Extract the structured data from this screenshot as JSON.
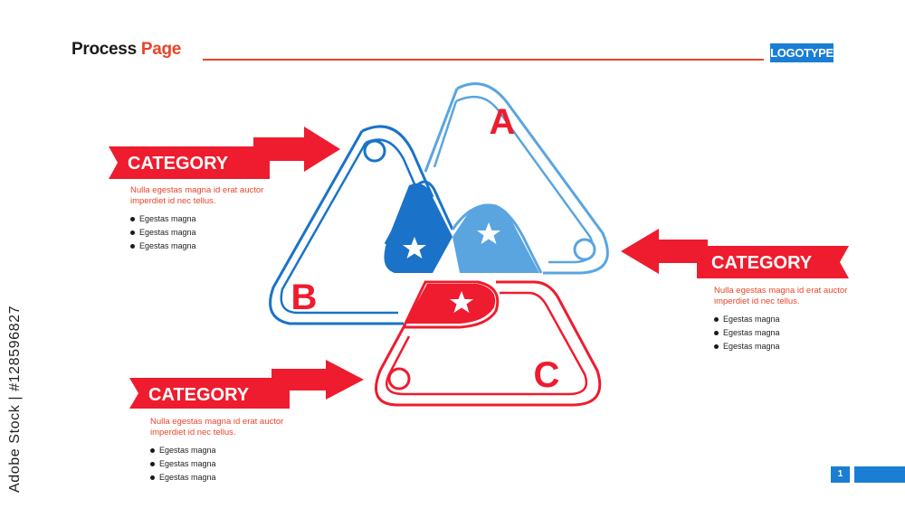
{
  "header": {
    "title_main": "Process",
    "title_accent": "Page",
    "logo": "LOGOTYPE"
  },
  "watermark": {
    "vertical_text": "Adobe Stock | #128596827"
  },
  "diagram": {
    "triangles": [
      {
        "letter": "A"
      },
      {
        "letter": "B"
      },
      {
        "letter": "C"
      }
    ]
  },
  "categories": [
    {
      "label": "CATEGORY",
      "description": "Nulla egestas magna id erat auctor imperdiet id nec tellus.",
      "items": [
        "Egestas magna",
        "Egestas magna",
        "Egestas magna"
      ]
    },
    {
      "label": "CATEGORY",
      "description": "Nulla egestas magna id erat auctor imperdiet id nec tellus.",
      "items": [
        "Egestas magna",
        "Egestas magna",
        "Egestas magna"
      ]
    },
    {
      "label": "CATEGORY",
      "description": "Nulla egestas magna id erat auctor imperdiet id nec tellus.",
      "items": [
        "Egestas magna",
        "Egestas magna",
        "Egestas magna"
      ]
    }
  ],
  "footer": {
    "page_number": "1"
  },
  "colors": {
    "red": "#ee1c2e",
    "blue_dark": "#1a73c8",
    "blue_light": "#5aa5e0",
    "accent_orange": "#e8452a"
  }
}
